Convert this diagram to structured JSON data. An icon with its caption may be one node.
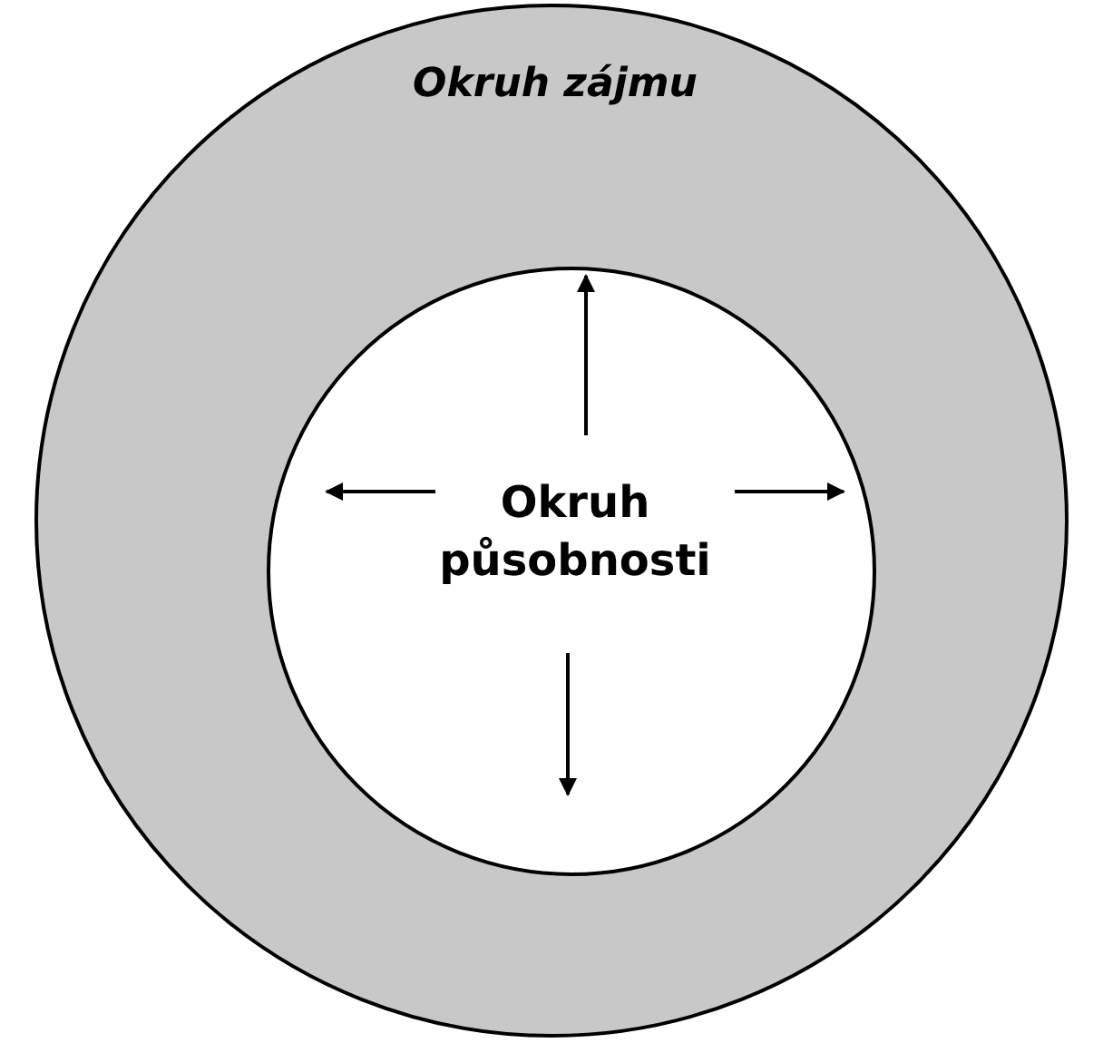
{
  "diagram": {
    "nodes": [
      {
        "text": [
          "Okruh zájmu"
        ]
      },
      {
        "text": [
          "Okruh působnosti"
        ],
        "in": 0
      }
    ]
  }
}
